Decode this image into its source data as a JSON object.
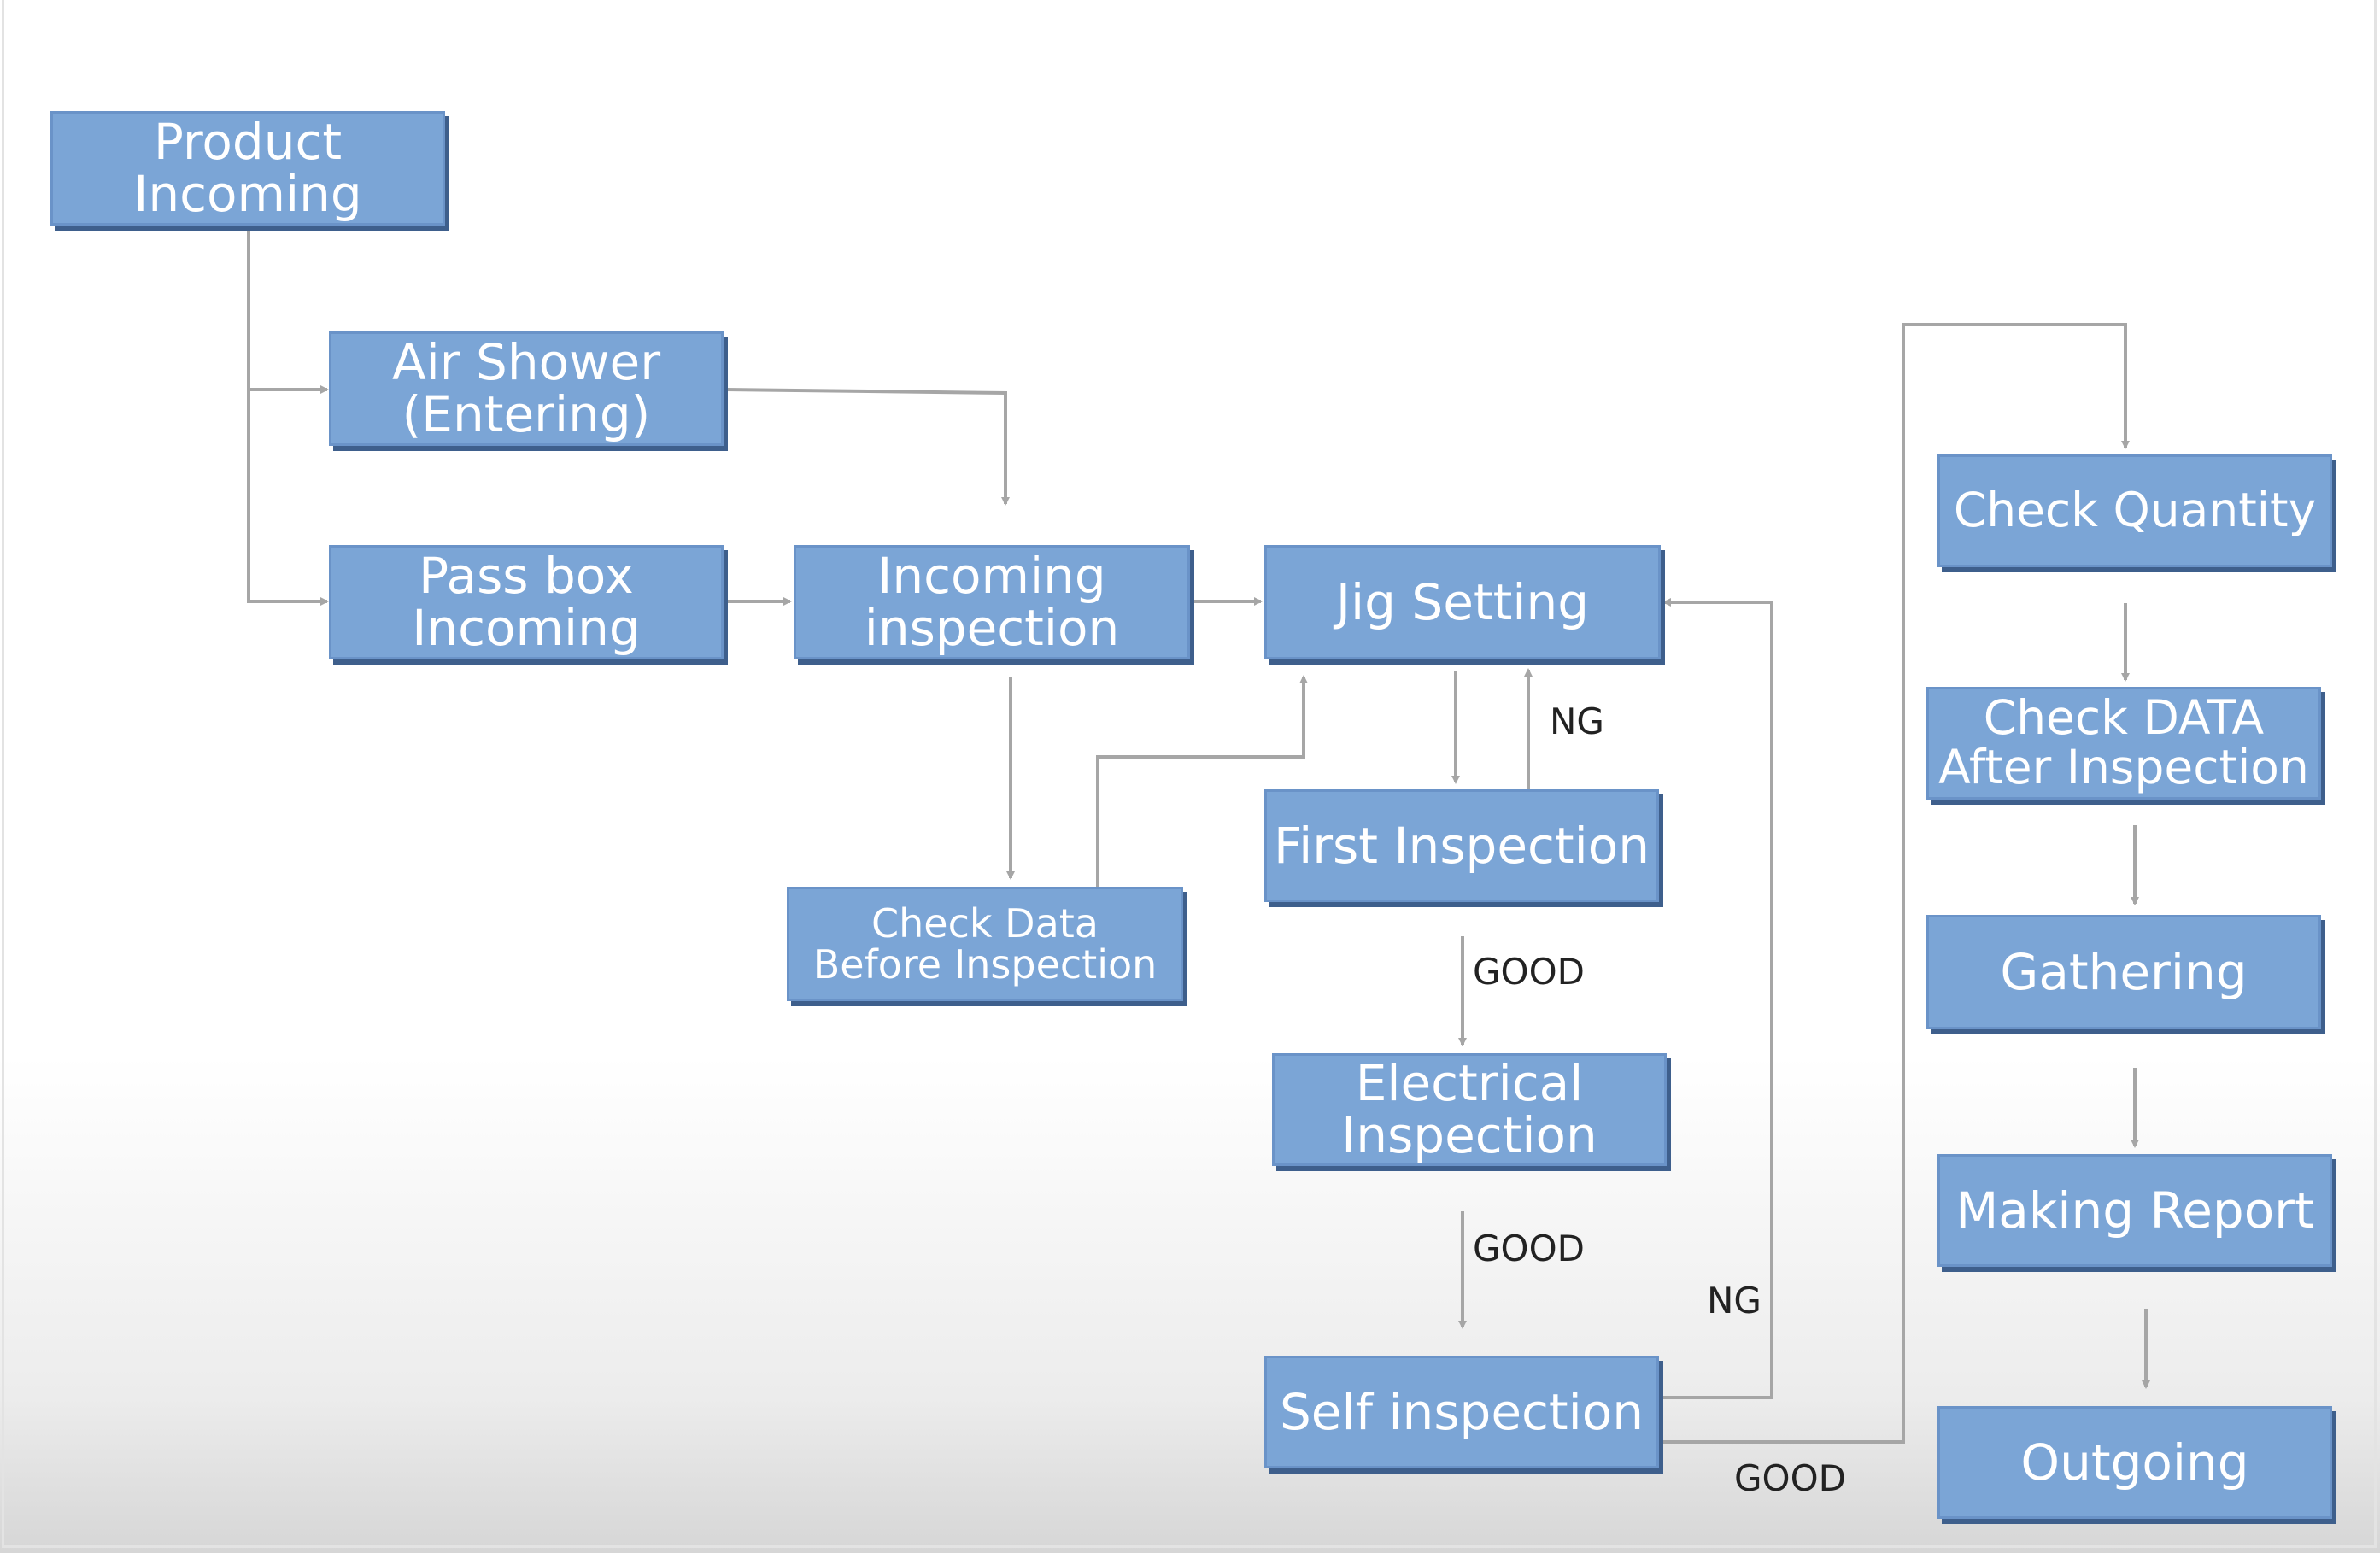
{
  "nodes": {
    "product_incoming": "Product\nIncoming",
    "air_shower": "Air Shower\n(Entering)",
    "pass_box": "Pass box\nIncoming",
    "incoming_inspection": "Incoming\ninspection",
    "check_data_before": "Check Data\nBefore Inspection",
    "jig_setting": "Jig Setting",
    "first_inspection": "First Inspection",
    "electrical_inspection": "Electrical\nInspection",
    "self_inspection": "Self inspection",
    "check_quantity": "Check Quantity",
    "check_data_after": "Check DATA\nAfter Inspection",
    "gathering": "Gathering",
    "making_report": "Making Report",
    "outgoing": "Outgoing"
  },
  "edge_labels": {
    "first_ng": "NG",
    "first_good": "GOOD",
    "electrical_good": "GOOD",
    "self_ng": "NG",
    "self_good": "GOOD"
  },
  "colors": {
    "box_fill": "#7ba5d6",
    "box_shadow": "#3e5f8c",
    "connector": "#a6a6a6"
  }
}
